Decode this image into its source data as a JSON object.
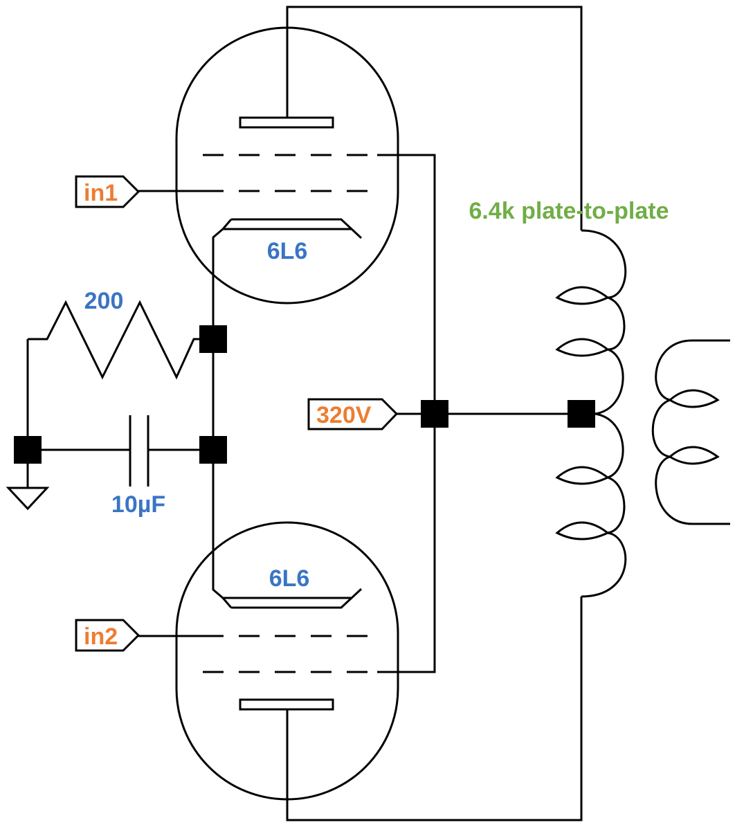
{
  "colors": {
    "port_label": "#ED7D31",
    "component_label": "#3A75C4",
    "transformer_label": "#70AD47",
    "wire": "#000000"
  },
  "labels": {
    "in1": "in1",
    "in2": "in2",
    "supply": "320V",
    "resistor": "200",
    "capacitor": "10µF",
    "tube_top": "6L6",
    "tube_bottom": "6L6",
    "transformer": "6.4k plate-to-plate"
  }
}
